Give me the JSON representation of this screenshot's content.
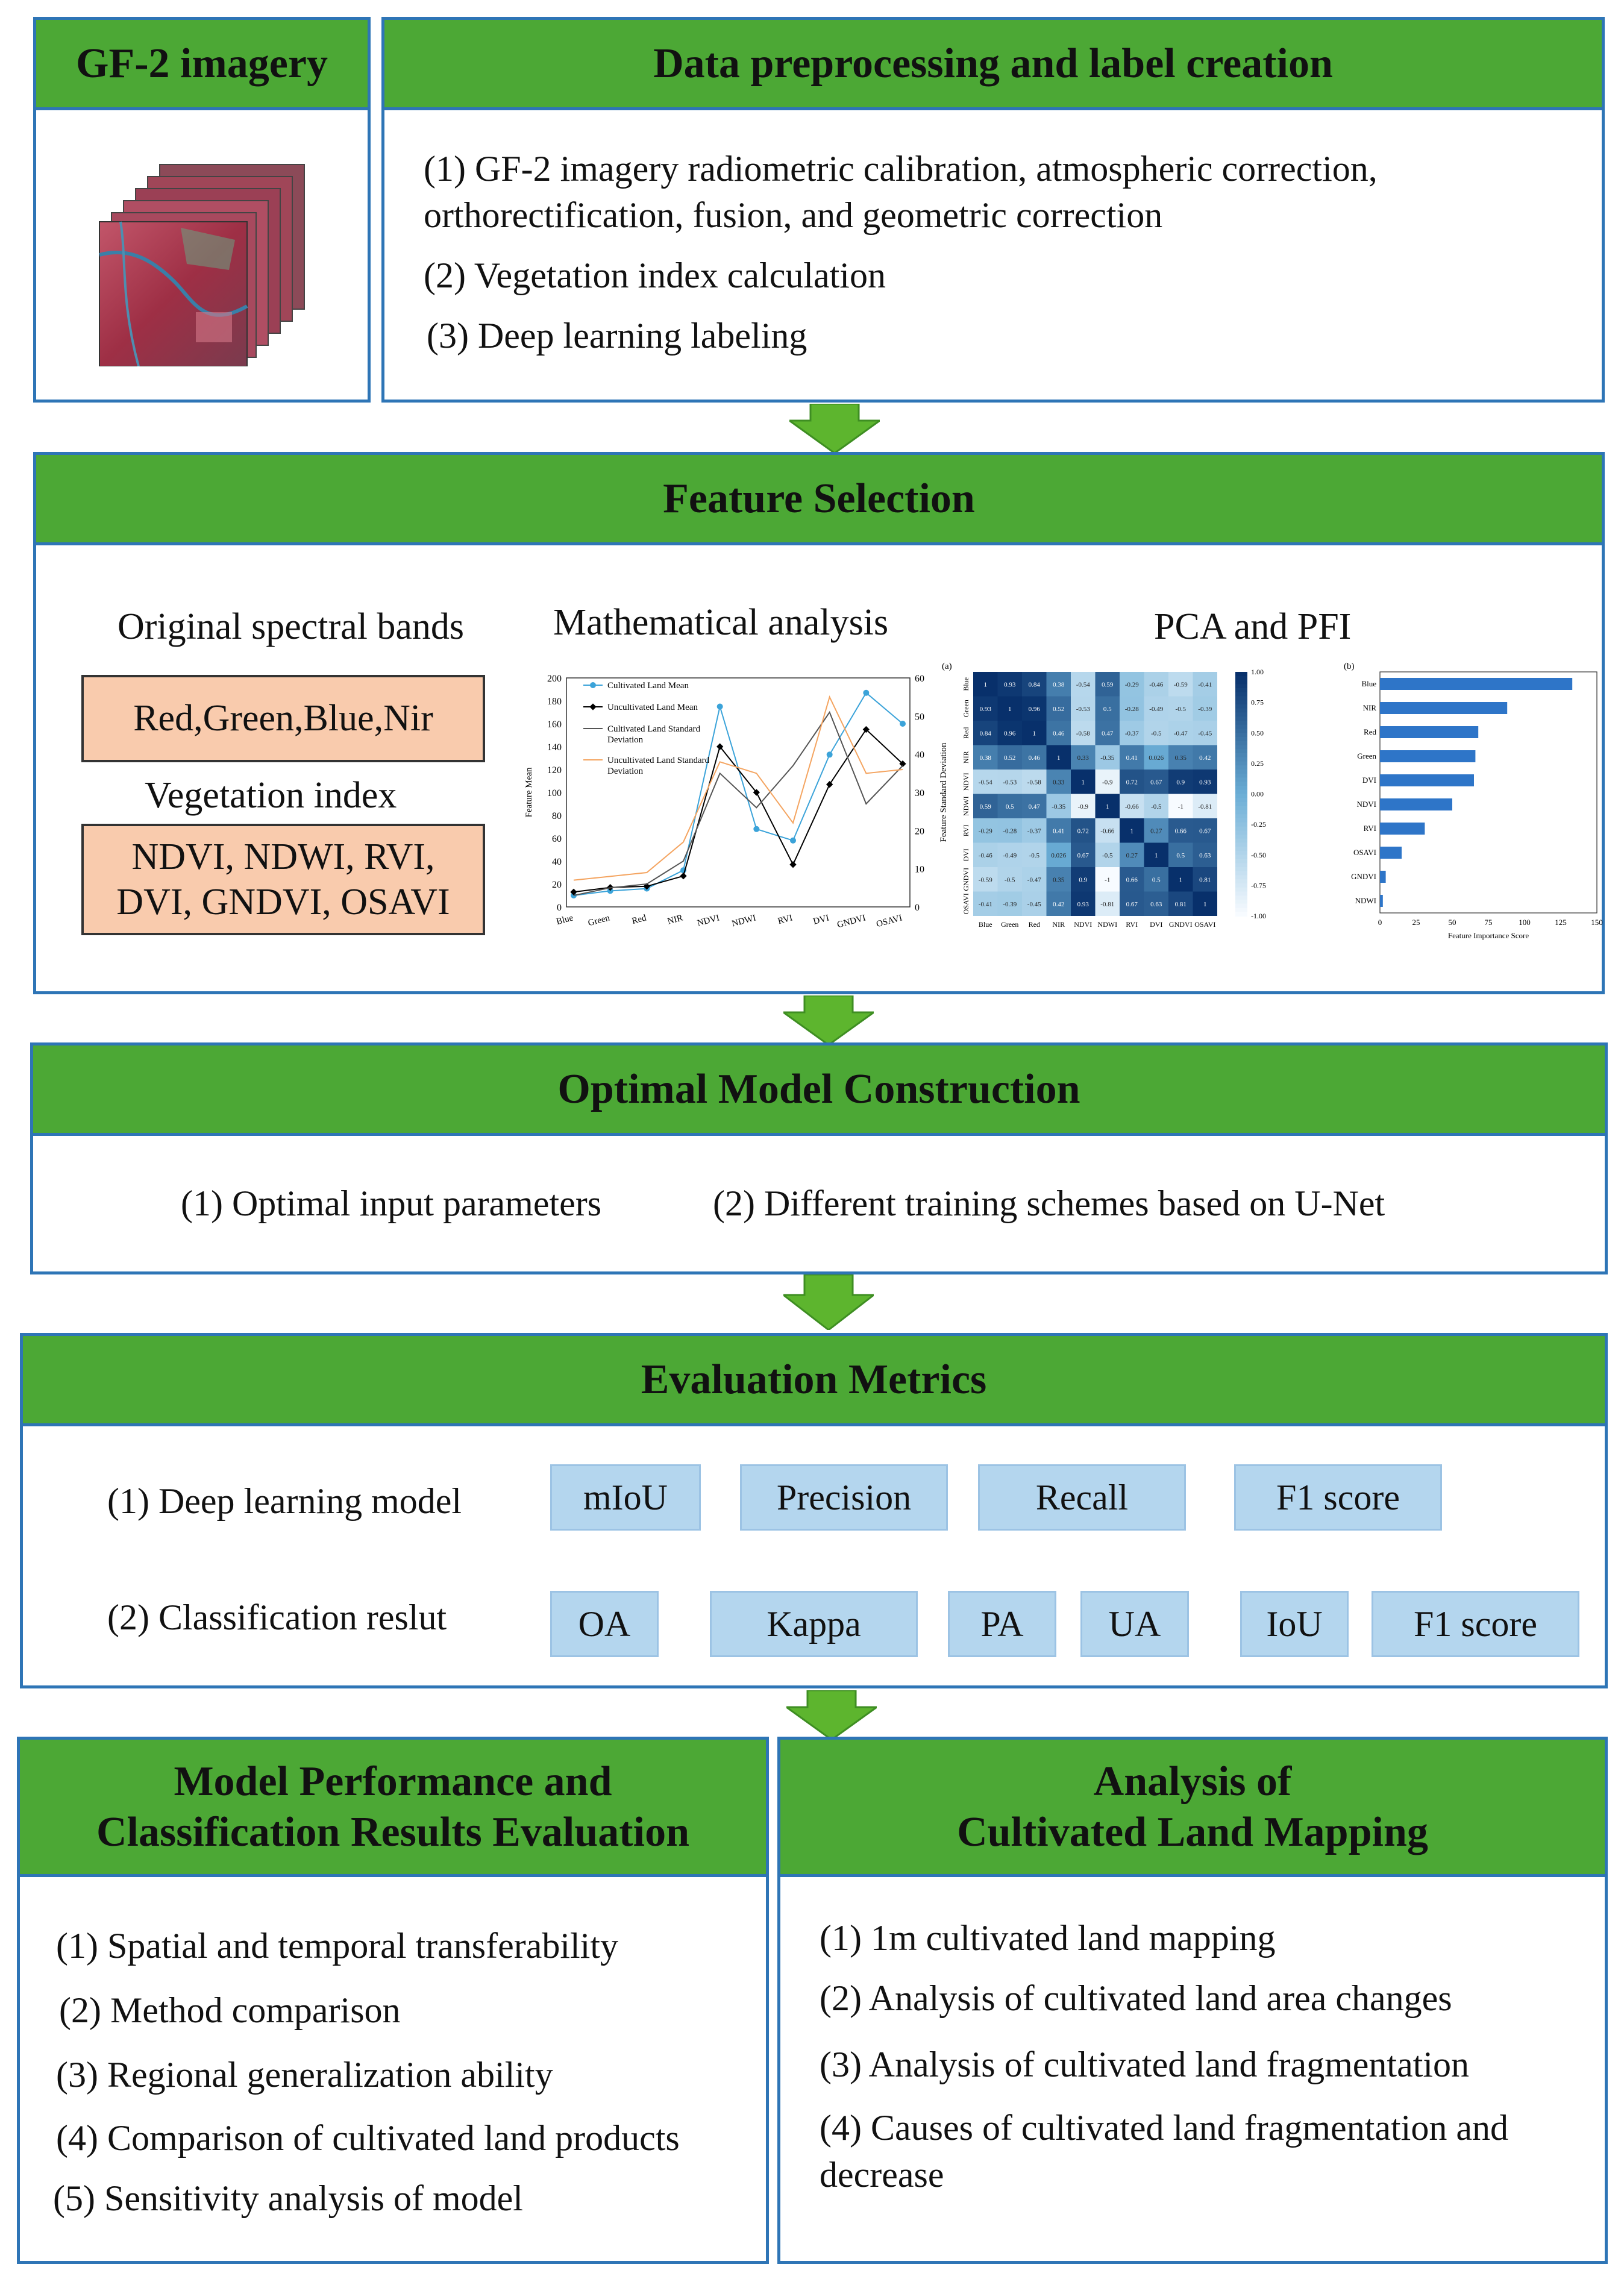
{
  "gf2": {
    "title": "GF-2 imagery"
  },
  "preproc": {
    "title": "Data preprocessing and label creation",
    "items": [
      "(1) GF-2 imagery radiometric calibration, atmospheric correction,",
      "orthorectification, fusion, and geometric correction",
      "(2) Vegetation index calculation",
      "(3) Deep learning labeling"
    ]
  },
  "feature": {
    "title": "Feature Selection",
    "bands_label": "Original spectral bands",
    "bands": "Red,Green,Blue,Nir",
    "vi_label": "Vegetation index",
    "vi_line1": "NDVI, NDWI, RVI,",
    "vi_line2": "DVI, GNDVI, OSAVI",
    "math_label": "Mathematical analysis",
    "pca_label": "PCA and PFI"
  },
  "optimal": {
    "title": "Optimal Model Construction",
    "item1": "(1) Optimal input parameters",
    "item2": "(2) Different training schemes based on U-Net"
  },
  "evaluation": {
    "title": "Evaluation Metrics",
    "row1_label": "(1) Deep learning model",
    "row1": [
      "mIoU",
      "Precision",
      "Recall",
      "F1 score"
    ],
    "row2_label": "(2) Classification reslut",
    "row2": [
      "OA",
      "Kappa",
      "PA",
      "UA",
      "IoU",
      "F1 score"
    ]
  },
  "perf": {
    "title_line1": "Model Performance and",
    "title_line2": "Classification Results Evaluation",
    "items": [
      "(1) Spatial and temporal transferability",
      "(2) Method comparison",
      "(3) Regional generalization ability",
      "(4) Comparison of cultivated land products",
      "(5) Sensitivity analysis of model"
    ]
  },
  "mapping": {
    "title_line1": "Analysis of",
    "title_line2": "Cultivated Land Mapping",
    "items": [
      "(1) 1m cultivated land mapping",
      "(2) Analysis of cultivated land area changes",
      "(3) Analysis of cultivated land  fragmentation",
      "(4) Causes of cultivated land fragmentation and",
      "decrease"
    ]
  },
  "colors": {
    "header_green": "#4CA835",
    "border_blue": "#2E75B6",
    "metric_blue": "#B4D6EE",
    "peach": "#F9CBAD"
  },
  "chart_data": [
    {
      "type": "line",
      "categories": [
        "Blue",
        "Green",
        "Red",
        "NIR",
        "NDVI",
        "NDWI",
        "RVI",
        "DVI",
        "GNDVI",
        "OSAVI"
      ],
      "ylabel": "Feature Mean",
      "y2label": "Feature Standard Deviation",
      "ylim": [
        0,
        200
      ],
      "y2lim": [
        0,
        60
      ],
      "yticks": [
        "0",
        "20",
        "40",
        "60",
        "80",
        "100",
        "120",
        "140",
        "160",
        "180",
        "200"
      ],
      "y2ticks": [
        "0",
        "10",
        "20",
        "30",
        "40",
        "50",
        "60"
      ],
      "series": [
        {
          "name": "Cultivated Land Mean",
          "axis": "left",
          "color": "#3BA3D9",
          "values": [
            10,
            14,
            16,
            32,
            175,
            68,
            58,
            133,
            187,
            160
          ]
        },
        {
          "name": "Uncultivated Land Mean",
          "axis": "left",
          "color": "#000000",
          "values": [
            13,
            17,
            18,
            27,
            140,
            100,
            37,
            107,
            155,
            125
          ]
        },
        {
          "name": "Cultivated Land Standard Deviation",
          "axis": "right",
          "color": "#555555",
          "values": [
            3,
            5,
            6,
            12,
            35,
            26,
            37,
            51,
            27,
            37
          ]
        },
        {
          "name": "Uncultivated Land Standard Deviation",
          "axis": "right",
          "color": "#F4A460",
          "values": [
            7,
            8,
            9,
            17,
            38,
            35,
            22,
            55,
            35,
            36
          ]
        }
      ]
    },
    {
      "type": "heatmap",
      "panel": "(a)",
      "labels": [
        "Blue",
        "Green",
        "Red",
        "NIR",
        "NDVI",
        "NDWI",
        "RVI",
        "DVI",
        "GNDVI",
        "OSAVI"
      ],
      "colorbar_ticks": [
        "1.00",
        "0.75",
        "0.50",
        "0.25",
        "0.00",
        "-0.25",
        "-0.50",
        "-0.75",
        "-1.00"
      ],
      "matrix": [
        [
          "1",
          "0.93",
          "0.84",
          "0.38",
          "-0.54",
          "0.59",
          "-0.29",
          "-0.46",
          "-0.59",
          "-0.41"
        ],
        [
          "0.93",
          "1",
          "0.96",
          "0.52",
          "-0.53",
          "0.5",
          "-0.28",
          "-0.49",
          "-0.5",
          "-0.39"
        ],
        [
          "0.84",
          "0.96",
          "1",
          "0.46",
          "-0.58",
          "0.47",
          "-0.37",
          "-0.5",
          "-0.47",
          "-0.45"
        ],
        [
          "0.38",
          "0.52",
          "0.46",
          "1",
          "0.33",
          "-0.35",
          "0.41",
          "0.026",
          "0.35",
          "0.42"
        ],
        [
          "-0.54",
          "-0.53",
          "-0.58",
          "0.33",
          "1",
          "-0.9",
          "0.72",
          "0.67",
          "0.9",
          "0.93"
        ],
        [
          "0.59",
          "0.5",
          "0.47",
          "-0.35",
          "-0.9",
          "1",
          "-0.66",
          "-0.5",
          "-1",
          "-0.81"
        ],
        [
          "-0.29",
          "-0.28",
          "-0.37",
          "0.41",
          "0.72",
          "-0.66",
          "1",
          "0.27",
          "0.66",
          "0.67"
        ],
        [
          "-0.46",
          "-0.49",
          "-0.5",
          "0.026",
          "0.67",
          "-0.5",
          "0.27",
          "1",
          "0.5",
          "0.63"
        ],
        [
          "-0.59",
          "-0.5",
          "-0.47",
          "0.35",
          "0.9",
          "-1",
          "0.66",
          "0.5",
          "1",
          "0.81"
        ],
        [
          "-0.41",
          "-0.39",
          "-0.45",
          "0.42",
          "0.93",
          "-0.81",
          "0.67",
          "0.63",
          "0.81",
          "1"
        ]
      ]
    },
    {
      "type": "bar",
      "panel": "(b)",
      "orientation": "horizontal",
      "xlabel": "Feature Importance Score",
      "xlim": [
        0,
        150
      ],
      "xticks": [
        "0",
        "25",
        "50",
        "75",
        "100",
        "125",
        "150"
      ],
      "categories": [
        "Blue",
        "NIR",
        "Red",
        "Green",
        "DVI",
        "NDVI",
        "RVI",
        "OSAVI",
        "GNDVI",
        "NDWI"
      ],
      "values": [
        133,
        88,
        68,
        66,
        65,
        50,
        31,
        15,
        4,
        2
      ],
      "color": "#2E75C8"
    }
  ]
}
